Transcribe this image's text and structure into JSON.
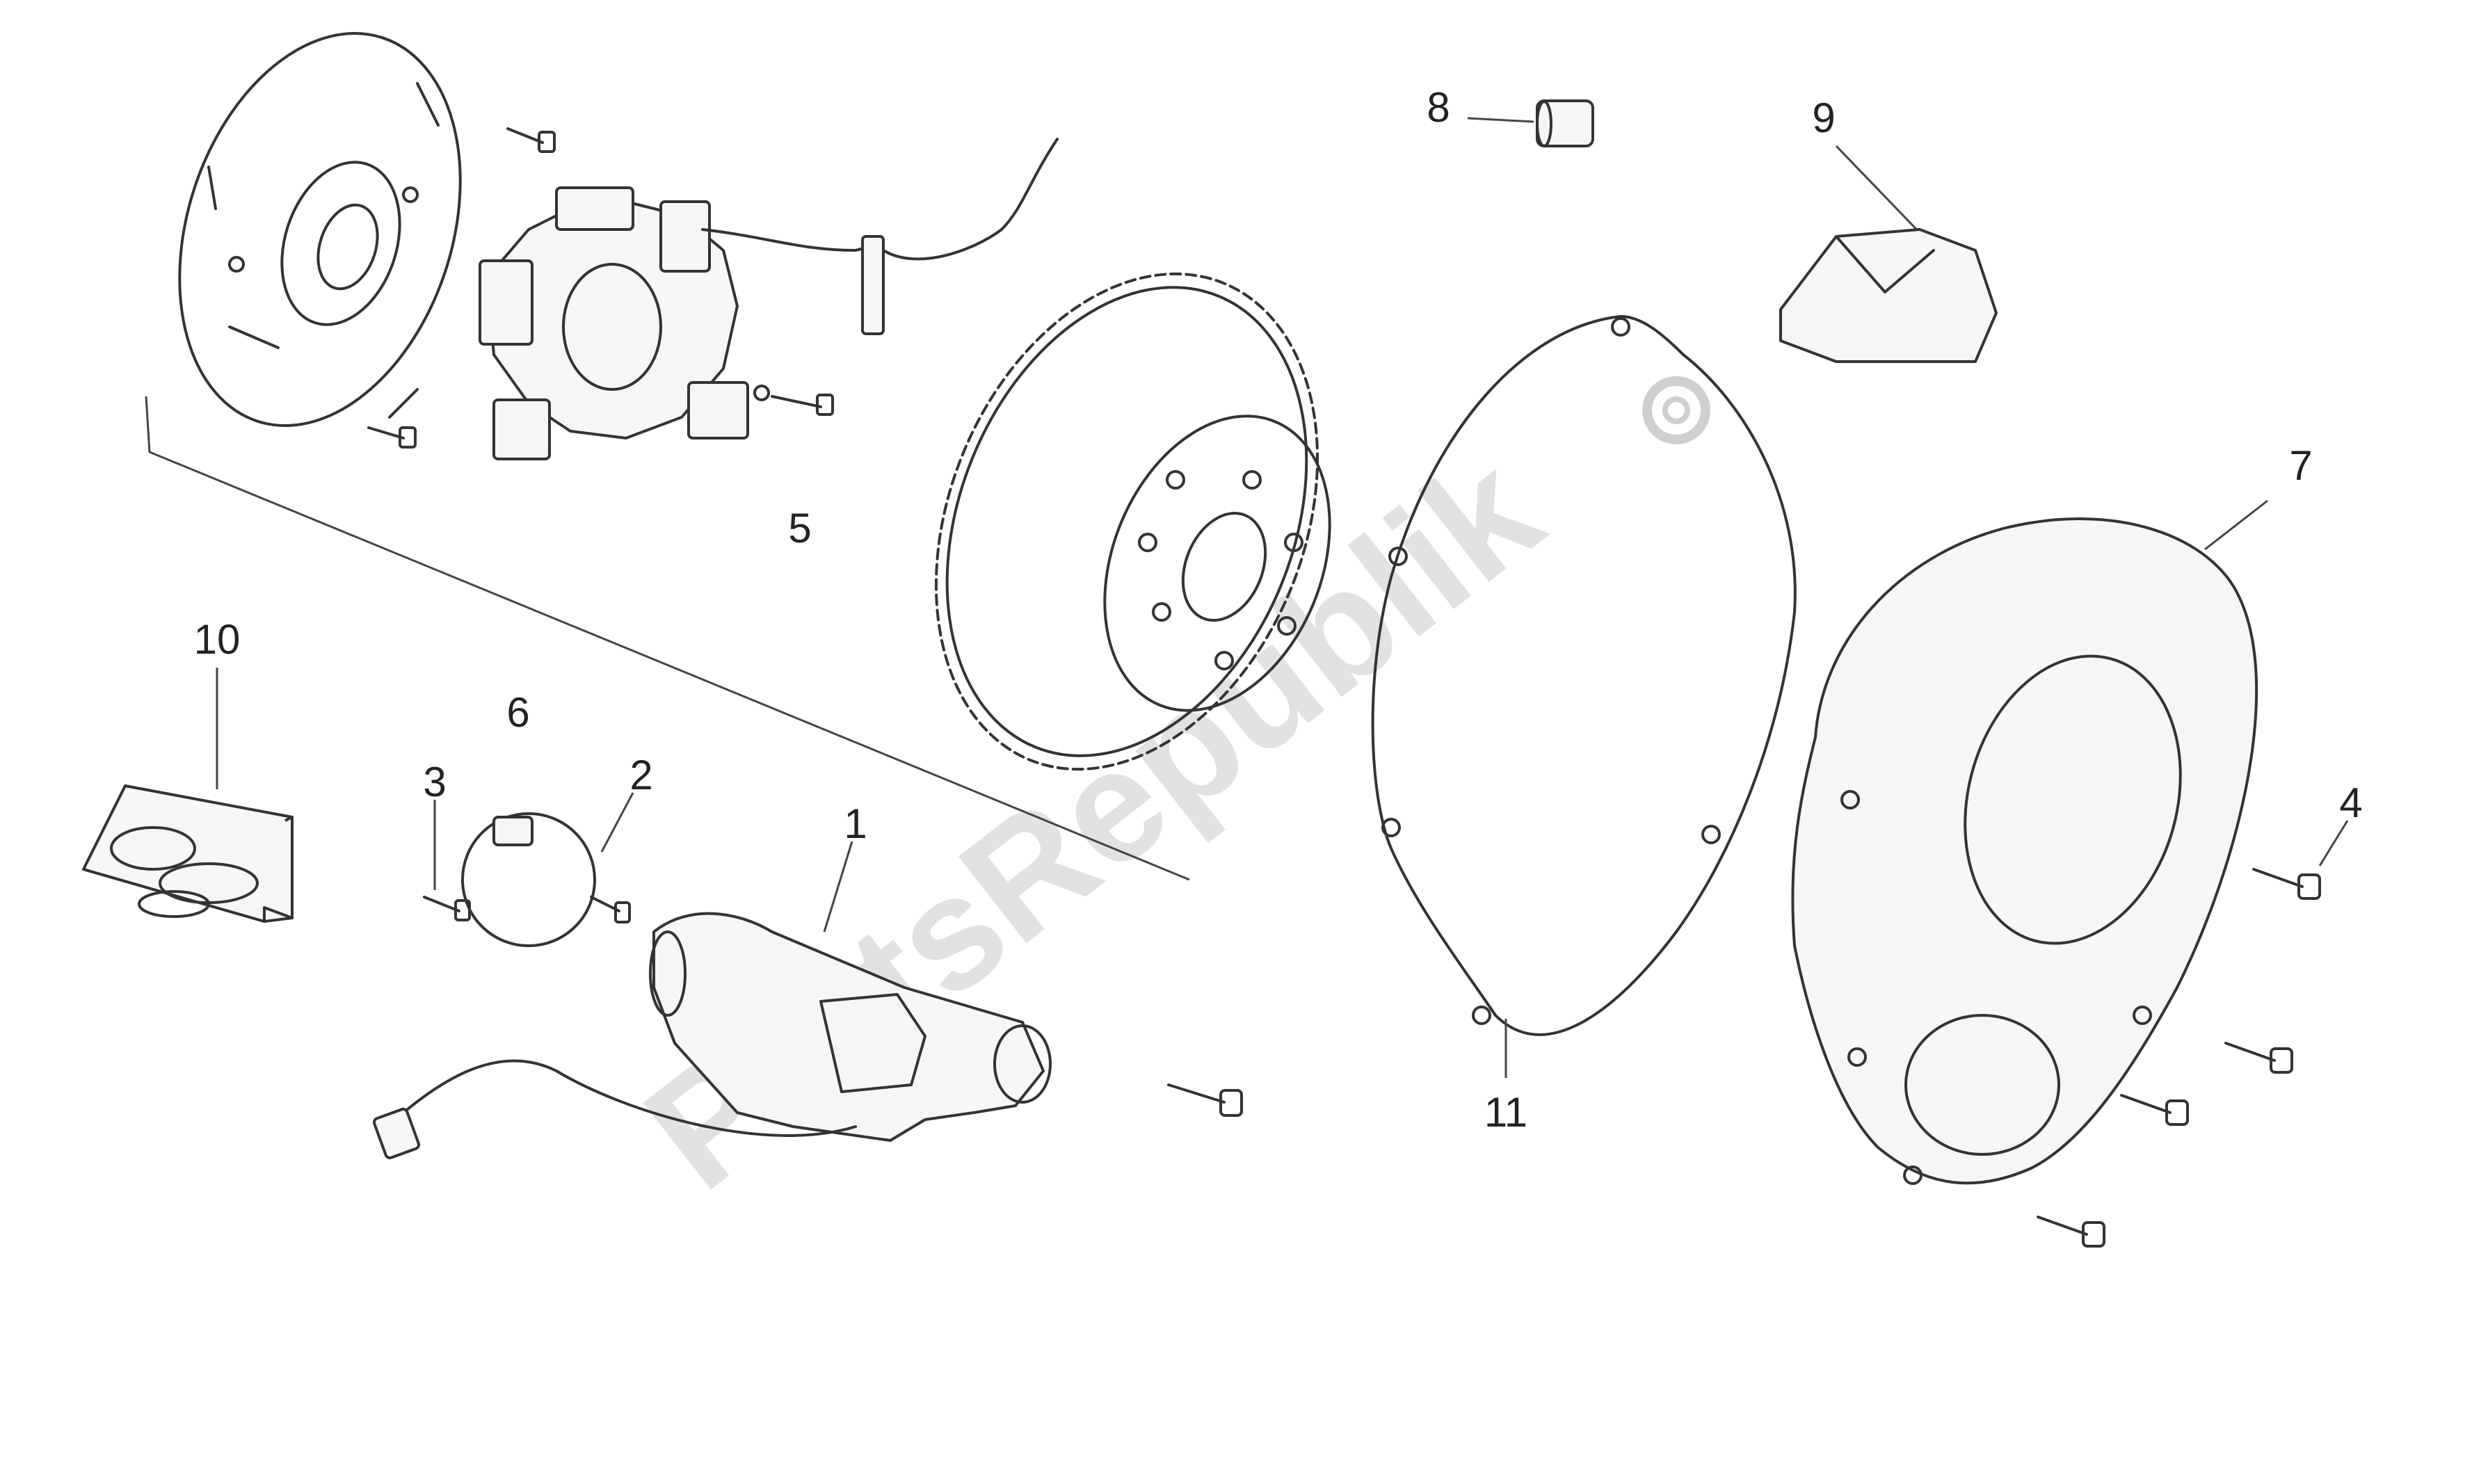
{
  "labels": {
    "l1": "1",
    "l2": "2",
    "l3": "3",
    "l4": "4",
    "l5": "5",
    "l6": "6",
    "l7": "7",
    "l8": "8",
    "l9": "9",
    "l10": "10",
    "l11": "11"
  },
  "watermark": "PartsRepublik",
  "colors": {
    "line": "#333333",
    "watermark": "#d4d4d4",
    "background": "#ffffff"
  }
}
